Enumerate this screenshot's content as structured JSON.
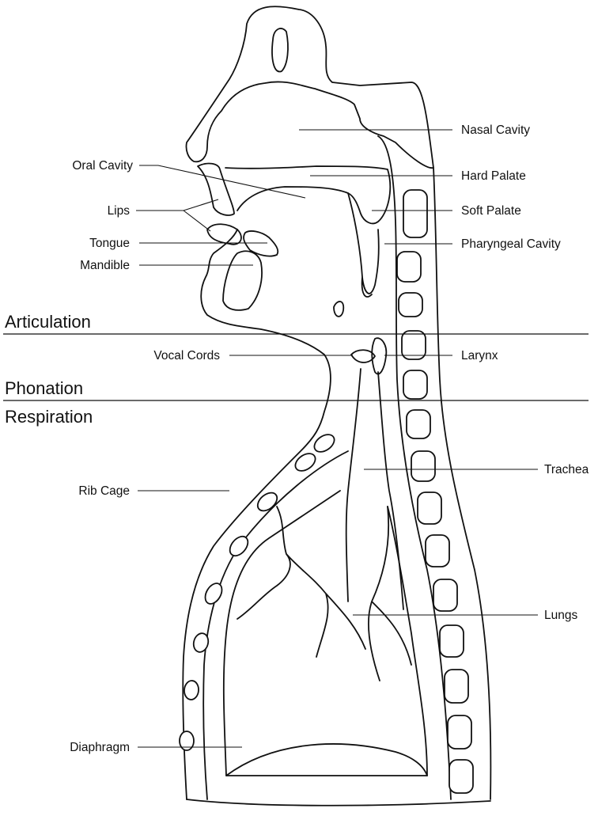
{
  "sections": {
    "articulation": "Articulation",
    "phonation": "Phonation",
    "respiration": "Respiration"
  },
  "labels": {
    "nasal_cavity": "Nasal Cavity",
    "hard_palate": "Hard Palate",
    "soft_palate": "Soft Palate",
    "pharyngeal_cavity": "Pharyngeal Cavity",
    "larynx": "Larynx",
    "trachea": "Trachea",
    "lungs": "Lungs",
    "oral_cavity": "Oral Cavity",
    "lips": "Lips",
    "tongue": "Tongue",
    "mandible": "Mandible",
    "vocal_cords": "Vocal Cords",
    "rib_cage": "Rib Cage",
    "diaphragm": "Diaphragm"
  }
}
